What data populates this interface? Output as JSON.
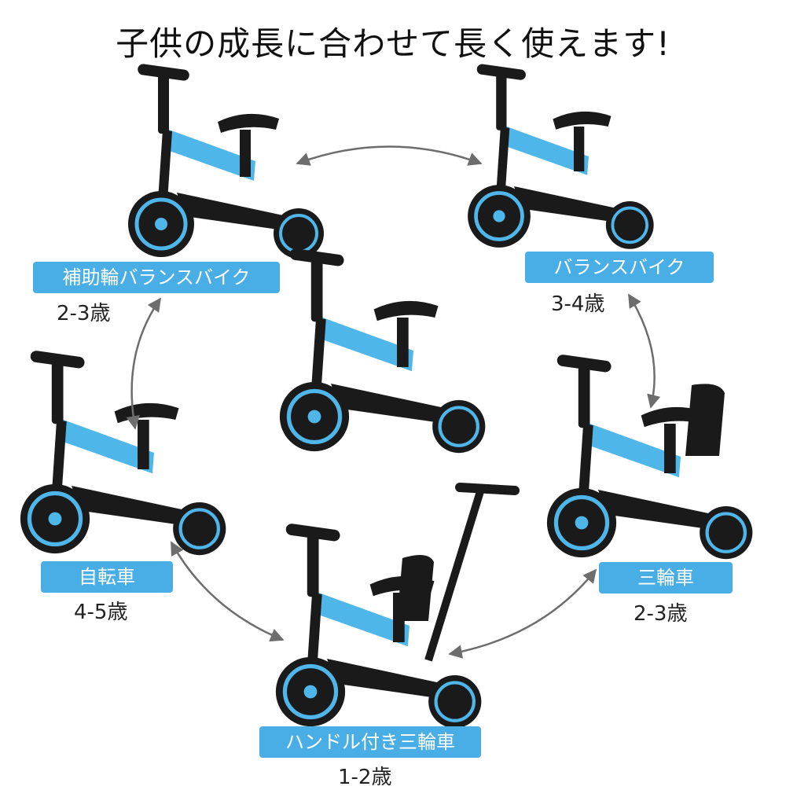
{
  "title": "子供の成長に合わせて長く使えます!",
  "colors": {
    "accent": "#4aaee6",
    "frame": "#4fb6ea",
    "dark": "#1a1a1a",
    "arrow": "#6d6d6d"
  },
  "modes": [
    {
      "label": "補助輪バランスバイク",
      "age": "2-3歳"
    },
    {
      "label": "バランスバイク",
      "age": "3-4歳"
    },
    {
      "label": "三輪車",
      "age": "2-3歳"
    },
    {
      "label": "ハンドル付き三輪車",
      "age": "1-2歳"
    },
    {
      "label": "自転車",
      "age": "4-5歳"
    }
  ]
}
